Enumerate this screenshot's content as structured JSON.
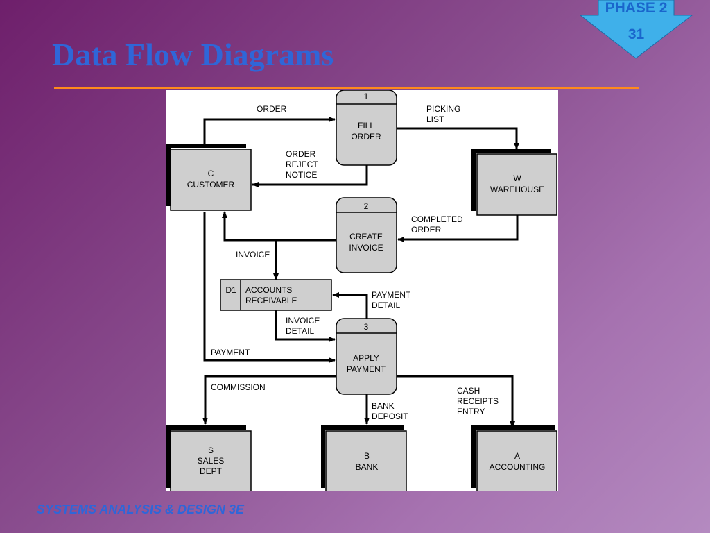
{
  "slide": {
    "title": "Data Flow Diagrams",
    "badge_phase": "PHASE 2",
    "badge_number": "31",
    "footer": "SYSTEMS ANALYSIS & DESIGN 3E"
  },
  "diagram": {
    "processes": {
      "fill_order": {
        "number": "1",
        "line1": "FILL",
        "line2": "ORDER"
      },
      "create_invoice": {
        "number": "2",
        "line1": "CREATE",
        "line2": "INVOICE"
      },
      "apply_payment": {
        "number": "3",
        "line1": "APPLY",
        "line2": "PAYMENT"
      }
    },
    "entities": {
      "customer": {
        "code": "C",
        "name": "CUSTOMER"
      },
      "warehouse": {
        "code": "W",
        "name": "WAREHOUSE"
      },
      "sales": {
        "code": "S",
        "line1": "SALES",
        "line2": "DEPT"
      },
      "bank": {
        "code": "B",
        "name": "BANK"
      },
      "accounting": {
        "code": "A",
        "name": "ACCOUNTING"
      }
    },
    "store": {
      "id": "D1",
      "line1": "ACCOUNTS",
      "line2": "RECEIVABLE"
    },
    "flows": {
      "order": "ORDER",
      "picking_1": "PICKING",
      "picking_2": "LIST",
      "reject_1": "ORDER",
      "reject_2": "REJECT",
      "reject_3": "NOTICE",
      "completed_1": "COMPLETED",
      "completed_2": "ORDER",
      "invoice": "INVOICE",
      "payment_detail_1": "PAYMENT",
      "payment_detail_2": "DETAIL",
      "invoice_detail_1": "INVOICE",
      "invoice_detail_2": "DETAIL",
      "payment": "PAYMENT",
      "commission": "COMMISSION",
      "bank_deposit_1": "BANK",
      "bank_deposit_2": "DEPOSIT",
      "cash_1": "CASH",
      "cash_2": "RECEIPTS",
      "cash_3": "ENTRY"
    }
  }
}
